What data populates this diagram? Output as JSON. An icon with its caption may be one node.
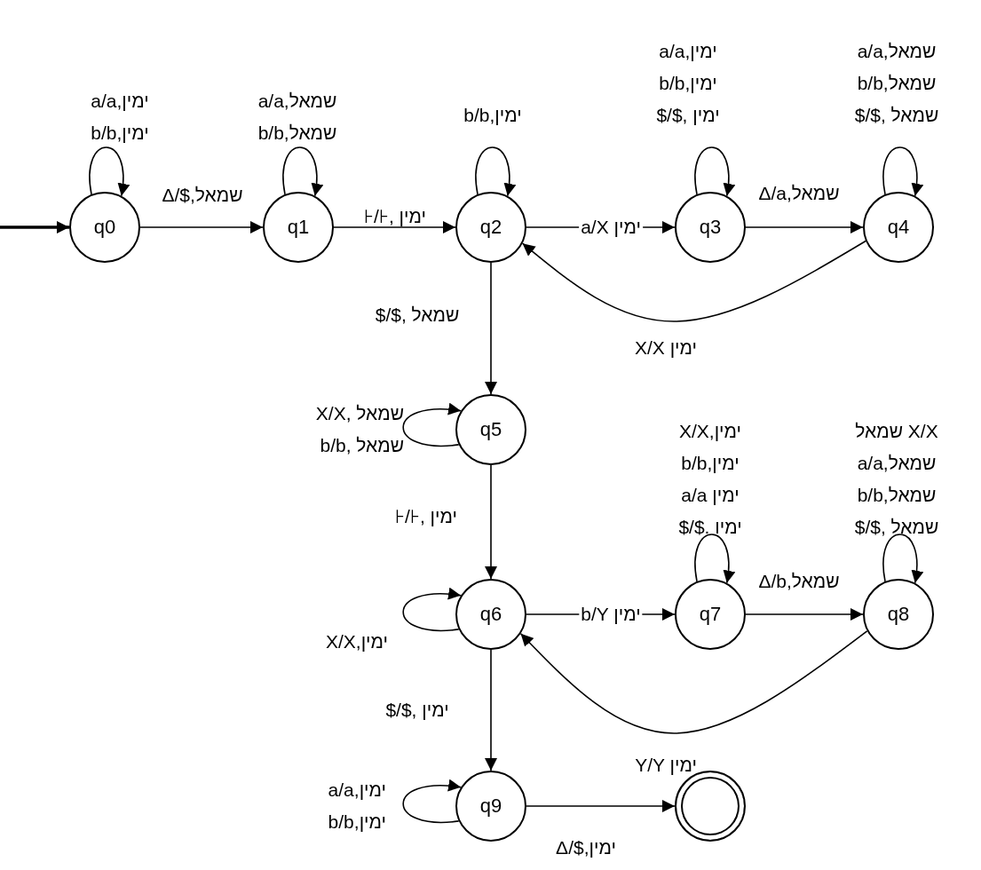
{
  "diagram": {
    "nodes": [
      {
        "text": [
          "q0"
        ]
      },
      {
        "text": [
          "q1"
        ]
      },
      {
        "text": [
          "q2"
        ]
      },
      {
        "text": [
          "q3"
        ]
      },
      {
        "text": [
          "q4"
        ]
      },
      {
        "text": [
          "q5"
        ]
      },
      {
        "text": [
          "q6"
        ]
      },
      {
        "text": [
          "q7"
        ]
      },
      {
        "text": [
          "q8"
        ]
      },
      {
        "text": [
          "q9"
        ]
      },
      {
        "text": [],
        "shape": "circle"
      }
    ],
    "edges": [
      {
        "from": null,
        "to": 0,
        "arrow": "to",
        "style": "thick"
      },
      {
        "from": 0,
        "to": 0,
        "arrow": "to",
        "label": "a/a,ימין b/b,ימין"
      },
      {
        "from": 0,
        "to": 1,
        "arrow": "to",
        "label": "Δ/$,שמאל"
      },
      {
        "from": 1,
        "to": 1,
        "arrow": "to",
        "label": "a/a,שמאל b/b,שמאל"
      },
      {
        "from": 1,
        "to": 2,
        "arrow": "to",
        "label": "⊦/⊦, ימין"
      },
      {
        "from": 2,
        "to": 2,
        "arrow": "to",
        "label": "b/b,ימין"
      },
      {
        "from": 2,
        "to": 3,
        "arrow": "to",
        "label": "a/X ימין"
      },
      {
        "from": 3,
        "to": 3,
        "arrow": "to",
        "label": "a/a,ימין b/b,ימין $/$, ימין"
      },
      {
        "from": 3,
        "to": 4,
        "arrow": "to",
        "label": "Δ/a,שמאל"
      },
      {
        "from": 4,
        "to": 4,
        "arrow": "to",
        "label": "a/a,שמאל b/b,שמאל $/$, שמאל"
      },
      {
        "from": 4,
        "to": 2,
        "arrow": "to",
        "label": "X/X ימין"
      },
      {
        "from": 2,
        "to": 5,
        "arrow": "to",
        "label": "$/$, שמאל"
      },
      {
        "from": 5,
        "to": 5,
        "arrow": "to",
        "label": "X/X, שמאל b/b, שמאל"
      },
      {
        "from": 5,
        "to": 6,
        "arrow": "to",
        "label": "⊦/⊦, ימין"
      },
      {
        "from": 6,
        "to": 6,
        "arrow": "to",
        "label": "X/X,ימין"
      },
      {
        "from": 6,
        "to": 7,
        "arrow": "to",
        "label": "b/Y ימין"
      },
      {
        "from": 7,
        "to": 7,
        "arrow": "to",
        "label": "X/X,ימין b/b,ימין a/a ימין $/$. ימיו"
      },
      {
        "from": 7,
        "to": 8,
        "arrow": "to",
        "label": "Δ/b,שמאל"
      },
      {
        "from": 8,
        "to": 8,
        "arrow": "to",
        "label": "שמאל X/X a/a,שמאל b/b,שמאל $/$, שמאל"
      },
      {
        "from": 8,
        "to": 6,
        "arrow": "to",
        "label": "Y/Y ימין"
      },
      {
        "from": 6,
        "to": 9,
        "arrow": "to",
        "label": "$/$, ימין"
      },
      {
        "from": 9,
        "to": 9,
        "arrow": "to",
        "label": "a/a,ימין b/b,ימין"
      },
      {
        "from": 9,
        "to": 10,
        "arrow": "to",
        "label": "Δ/$,ימין"
      }
    ]
  }
}
